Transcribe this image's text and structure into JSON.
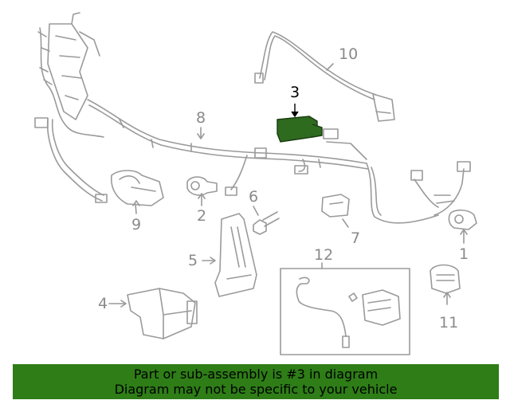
{
  "callouts": {
    "c1": "1",
    "c2": "2",
    "c3": "3",
    "c4": "4",
    "c5": "5",
    "c6": "6",
    "c7": "7",
    "c8": "8",
    "c9": "9",
    "c10": "10",
    "c11": "11",
    "c12": "12"
  },
  "highlighted_part": "3",
  "colors": {
    "highlight_fill": "#2e6b1f",
    "banner_background": "#2e7d17",
    "line_gray": "#999999",
    "highlight_label": "#000000"
  },
  "banner": {
    "line1": "Part or sub-assembly is #3 in diagram",
    "line2": "Diagram may not be specific to your vehicle"
  }
}
